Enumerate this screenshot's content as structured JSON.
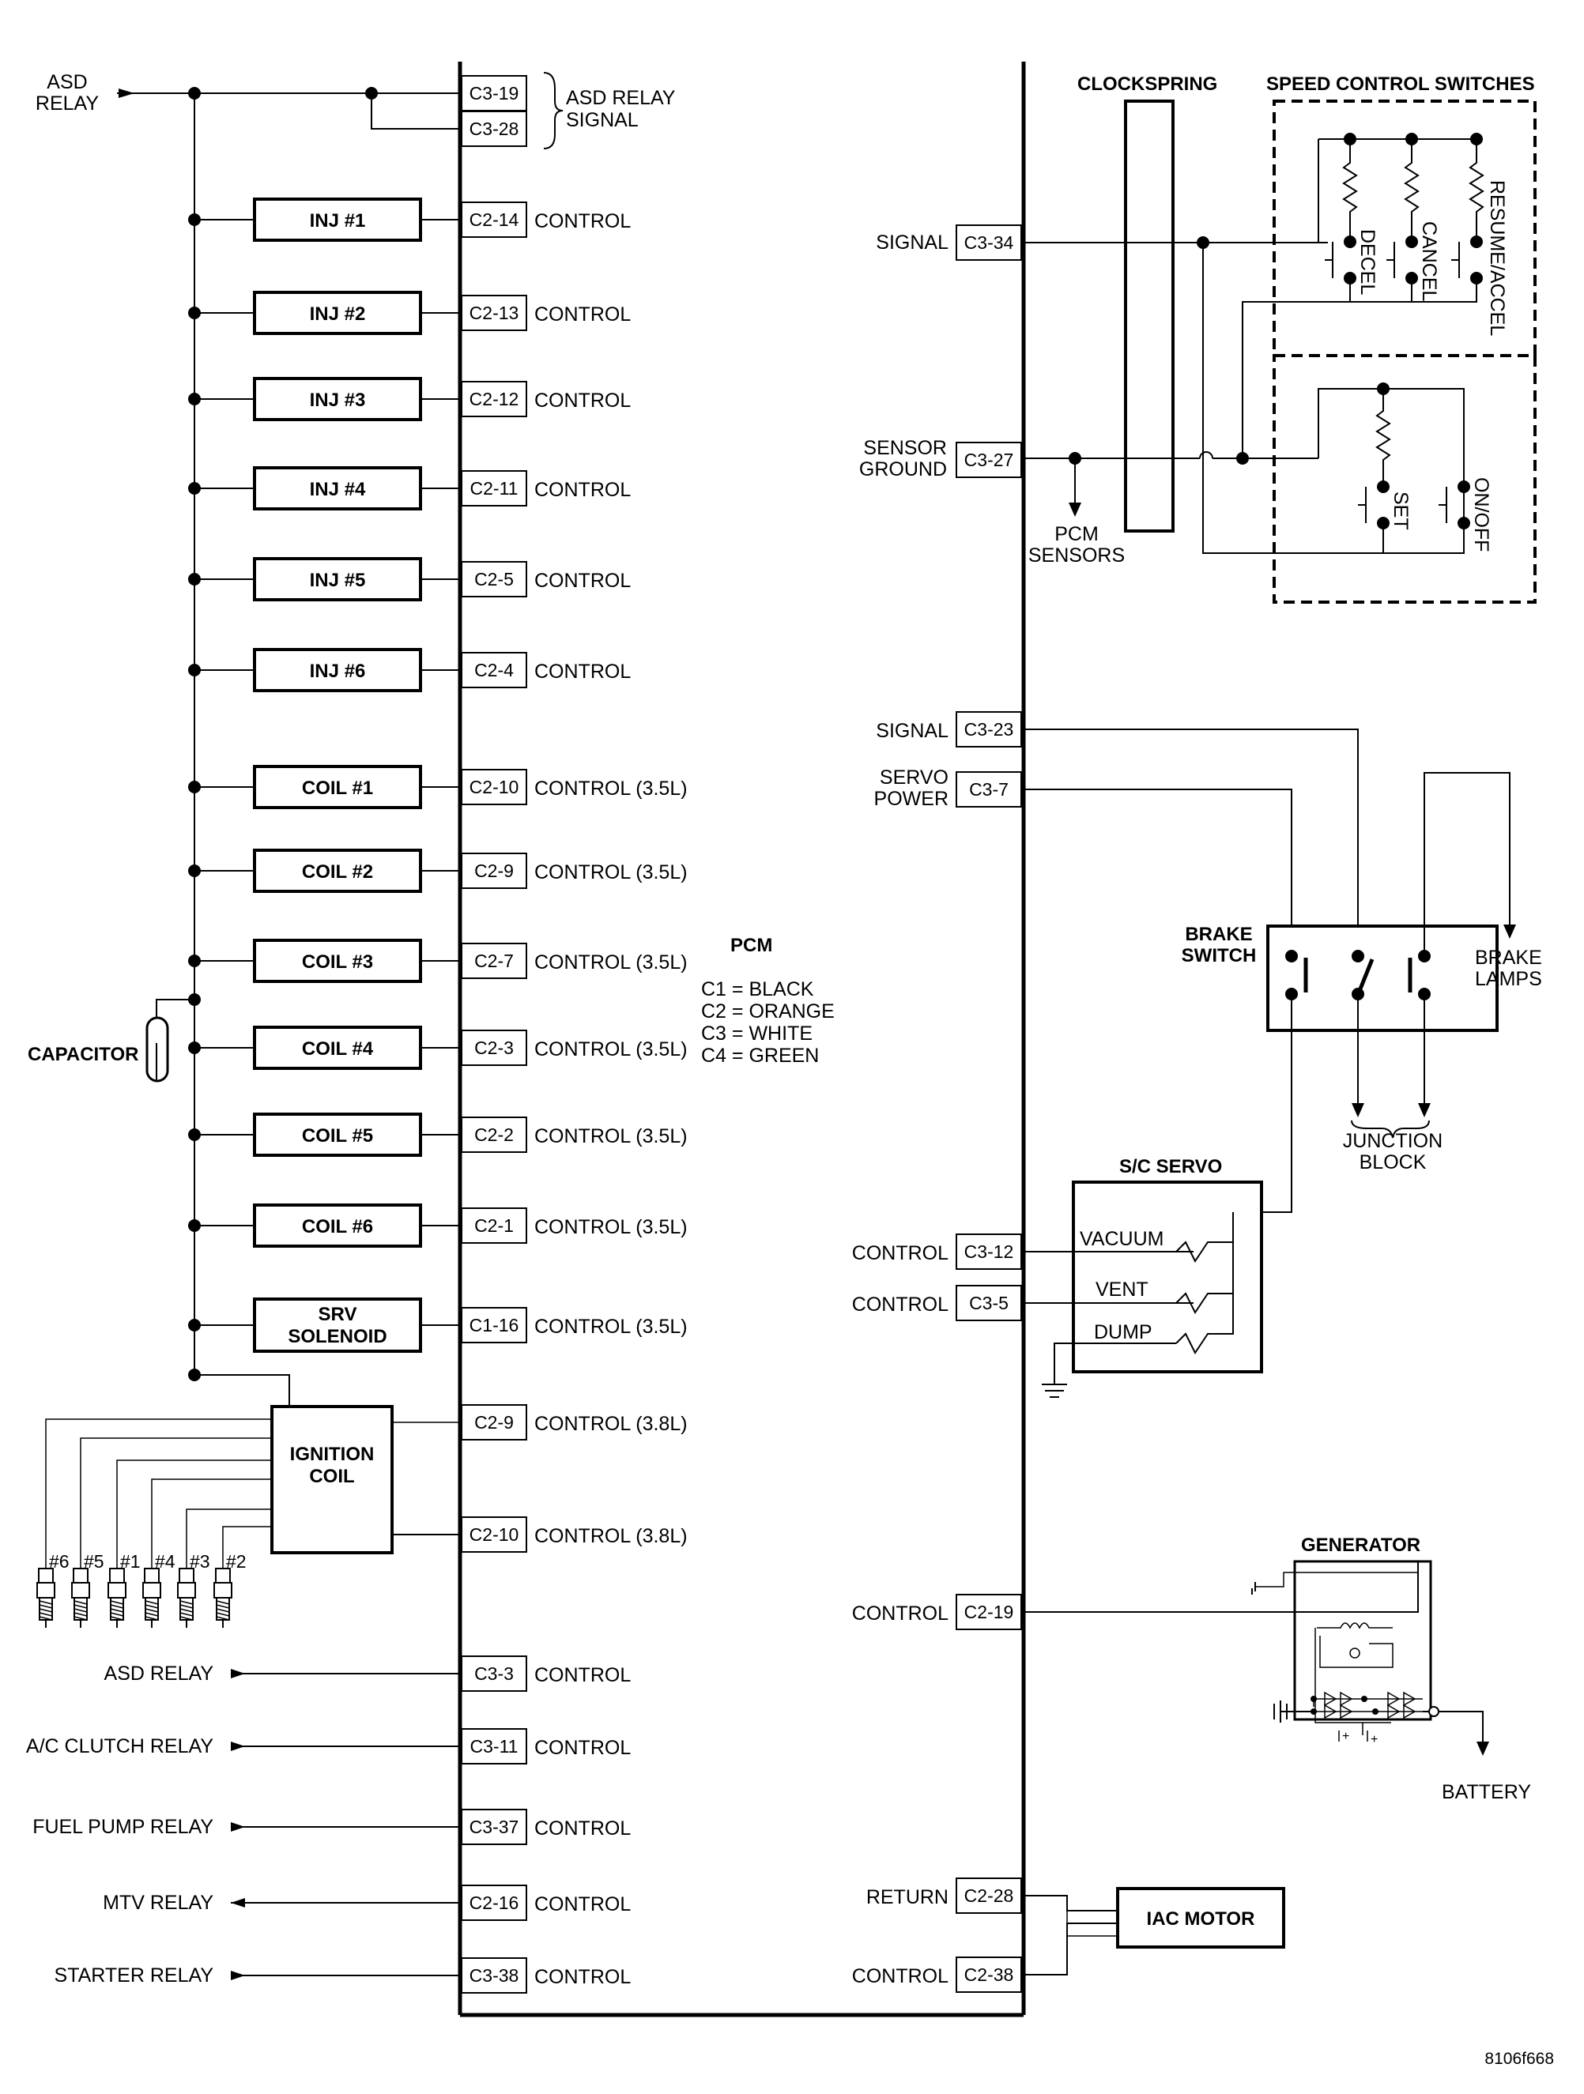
{
  "asd_relay_source": "ASD\nRELAY",
  "asd_relay_signal": {
    "pins": [
      "C3-19",
      "C3-28"
    ],
    "label": "ASD RELAY\nSIGNAL"
  },
  "pcm_legend": {
    "title": "PCM",
    "lines": [
      "C1 = BLACK",
      "C2 = ORANGE",
      "C3 = WHITE",
      "C4 = GREEN"
    ]
  },
  "left_components": [
    {
      "name": "INJ #1",
      "pin": "C2-14",
      "label": "CONTROL"
    },
    {
      "name": "INJ #2",
      "pin": "C2-13",
      "label": "CONTROL"
    },
    {
      "name": "INJ #3",
      "pin": "C2-12",
      "label": "CONTROL"
    },
    {
      "name": "INJ #4",
      "pin": "C2-11",
      "label": "CONTROL"
    },
    {
      "name": "INJ #5",
      "pin": "C2-5",
      "label": "CONTROL"
    },
    {
      "name": "INJ #6",
      "pin": "C2-4",
      "label": "CONTROL"
    },
    {
      "name": "COIL #1",
      "pin": "C2-10",
      "label": "CONTROL (3.5L)"
    },
    {
      "name": "COIL #2",
      "pin": "C2-9",
      "label": "CONTROL (3.5L)"
    },
    {
      "name": "COIL #3",
      "pin": "C2-7",
      "label": "CONTROL (3.5L)"
    },
    {
      "name": "COIL #4",
      "pin": "C2-3",
      "label": "CONTROL (3.5L)"
    },
    {
      "name": "COIL #5",
      "pin": "C2-2",
      "label": "CONTROL (3.5L)"
    },
    {
      "name": "COIL #6",
      "pin": "C2-1",
      "label": "CONTROL (3.5L)"
    },
    {
      "name": "SRV\nSOLENOID",
      "pin": "C1-16",
      "label": "CONTROL (3.5L)"
    }
  ],
  "capacitor": "CAPACITOR",
  "ignition_coil": {
    "name": "IGNITION\nCOIL",
    "pins": [
      {
        "pin": "C2-9",
        "label": "CONTROL (3.8L)"
      },
      {
        "pin": "C2-10",
        "label": "CONTROL (3.8L)"
      }
    ]
  },
  "spark_plugs": [
    "#6",
    "#5",
    "#1",
    "#4",
    "#3",
    "#2"
  ],
  "relays": [
    {
      "name": "ASD RELAY",
      "pin": "C3-3",
      "label": "CONTROL"
    },
    {
      "name": "A/C CLUTCH RELAY",
      "pin": "C3-11",
      "label": "CONTROL"
    },
    {
      "name": "FUEL PUMP RELAY",
      "pin": "C3-37",
      "label": "CONTROL"
    },
    {
      "name": "MTV RELAY",
      "pin": "C2-16",
      "label": "CONTROL"
    },
    {
      "name": "STARTER RELAY",
      "pin": "C3-38",
      "label": "CONTROL"
    }
  ],
  "speed_control": {
    "clockspring": "CLOCKSPRING",
    "title": "SPEED CONTROL SWITCHES",
    "switches": [
      "DECEL",
      "CANCEL",
      "RESUME/ACCEL",
      "SET",
      "ON/OFF"
    ],
    "signal": {
      "label": "SIGNAL",
      "pin": "C3-34"
    },
    "sensor_ground": {
      "label": "SENSOR\nGROUND",
      "pin": "C3-27"
    },
    "pcm_sensors": "PCM\nSENSORS"
  },
  "brake": {
    "signal": {
      "label": "SIGNAL",
      "pin": "C3-23"
    },
    "servo_power": {
      "label": "SERVO\nPOWER",
      "pin": "C3-7"
    },
    "switch": "BRAKE\nSWITCH",
    "lamps": "BRAKE\nLAMPS",
    "junction": "JUNCTION\nBLOCK"
  },
  "servo": {
    "title": "S/C SERVO",
    "rows": [
      {
        "label": "CONTROL",
        "pin": "C3-12",
        "name": "VACUUM"
      },
      {
        "label": "CONTROL",
        "pin": "C3-5",
        "name": "VENT"
      },
      {
        "name": "DUMP"
      }
    ]
  },
  "generator": {
    "title": "GENERATOR",
    "label": "CONTROL",
    "pin": "C2-19",
    "battery": "BATTERY"
  },
  "iac": {
    "name": "IAC MOTOR",
    "return": {
      "label": "RETURN",
      "pin": "C2-28"
    },
    "control": {
      "label": "CONTROL",
      "pin": "C2-38"
    }
  },
  "figure_id": "8106f668"
}
